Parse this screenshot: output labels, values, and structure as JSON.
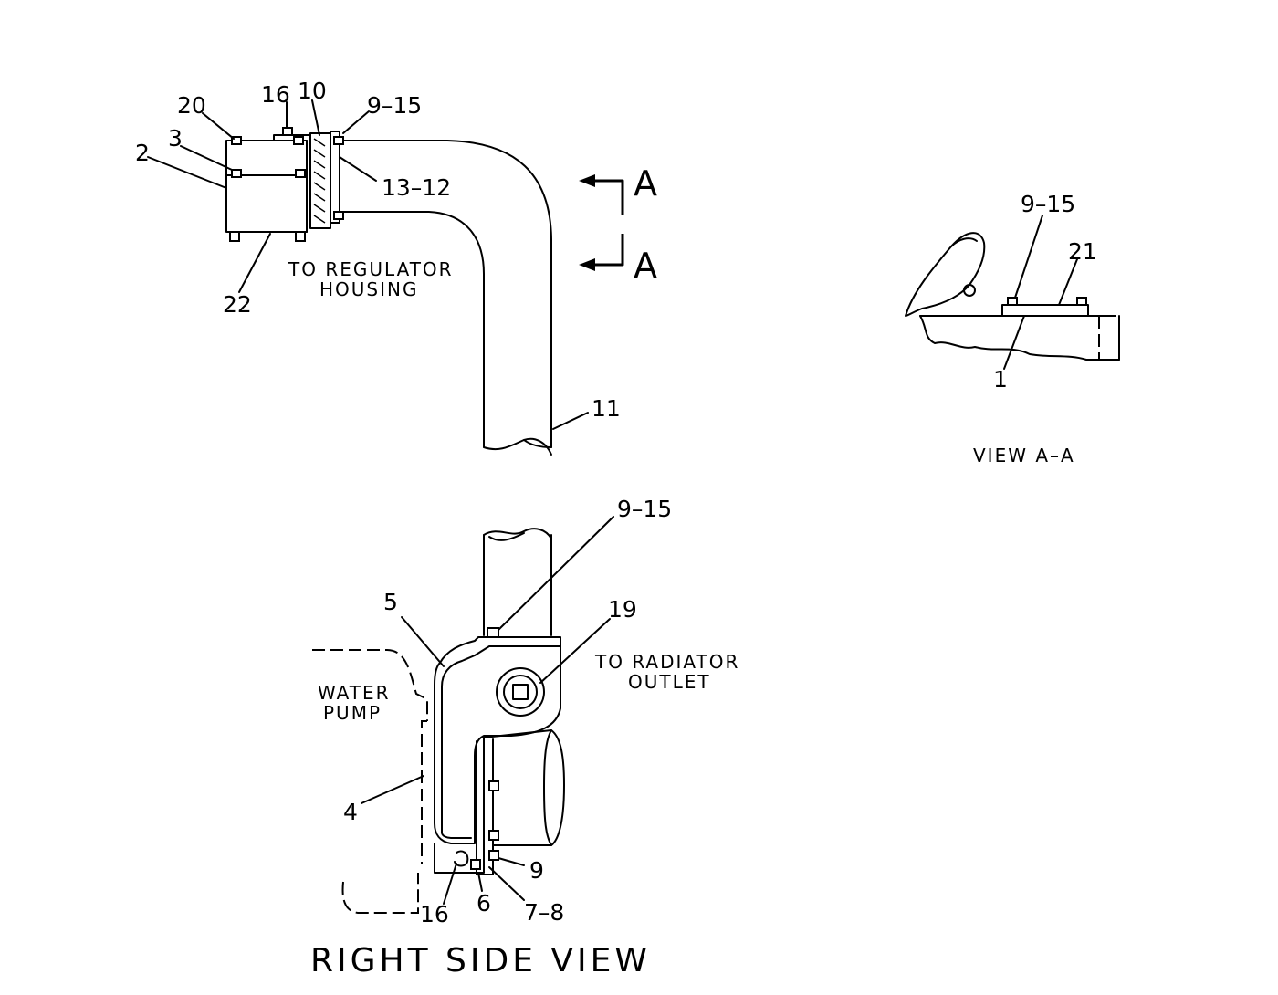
{
  "callouts": {
    "c20": "20",
    "c16_top": "16",
    "c10": "10",
    "c9_15_top": "9–15",
    "c3": "3",
    "c2": "2",
    "c13_12": "13–12",
    "c22": "22",
    "c11": "11",
    "c9_15_view": "9–15",
    "c21": "21",
    "c1": "1",
    "c9_15_side": "9–15",
    "c5": "5",
    "c19": "19",
    "c4": "4",
    "c9": "9",
    "c16_bottom": "16",
    "c6": "6",
    "c7_8": "7–8"
  },
  "section_marks": {
    "upper": "A",
    "lower": "A"
  },
  "labels": {
    "to_regulator_line1": "TO REGULATOR",
    "to_regulator_line2": "HOUSING",
    "view_aa": "VIEW A–A",
    "water_pump_line1": "WATER",
    "water_pump_line2": "PUMP",
    "to_radiator_line1": "TO RADIATOR",
    "to_radiator_line2": "OUTLET"
  },
  "title": "RIGHT SIDE VIEW"
}
